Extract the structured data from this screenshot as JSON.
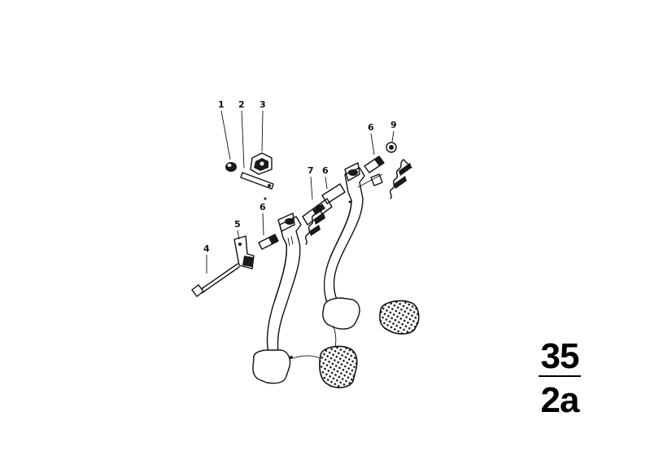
{
  "diagram": {
    "callouts": [
      {
        "id": "c1",
        "label": "1"
      },
      {
        "id": "c2",
        "label": "2"
      },
      {
        "id": "c3",
        "label": "3"
      },
      {
        "id": "c4",
        "label": "4"
      },
      {
        "id": "c5",
        "label": "5"
      },
      {
        "id": "c6a",
        "label": "6"
      },
      {
        "id": "c6b",
        "label": "6"
      },
      {
        "id": "c6c",
        "label": "6"
      },
      {
        "id": "c7",
        "label": "7"
      },
      {
        "id": "c9",
        "label": "9"
      }
    ]
  },
  "group": {
    "top": "35",
    "bottom": "2a"
  }
}
